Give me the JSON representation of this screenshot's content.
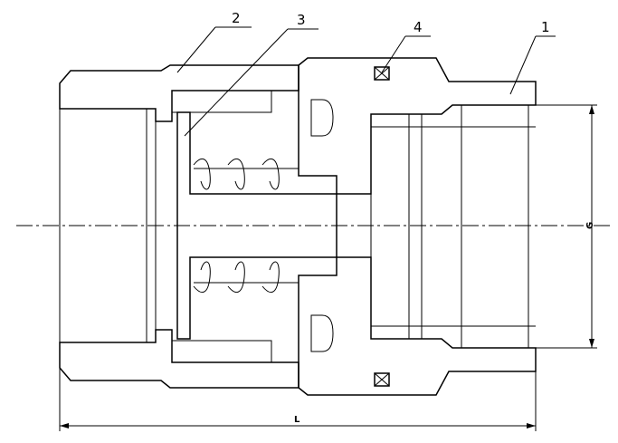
{
  "callouts": [
    {
      "id": "1",
      "label": "1"
    },
    {
      "id": "2",
      "label": "2"
    },
    {
      "id": "3",
      "label": "3"
    },
    {
      "id": "4",
      "label": "4"
    }
  ],
  "dimensions": {
    "length_label": "L",
    "thread_label": "G"
  }
}
